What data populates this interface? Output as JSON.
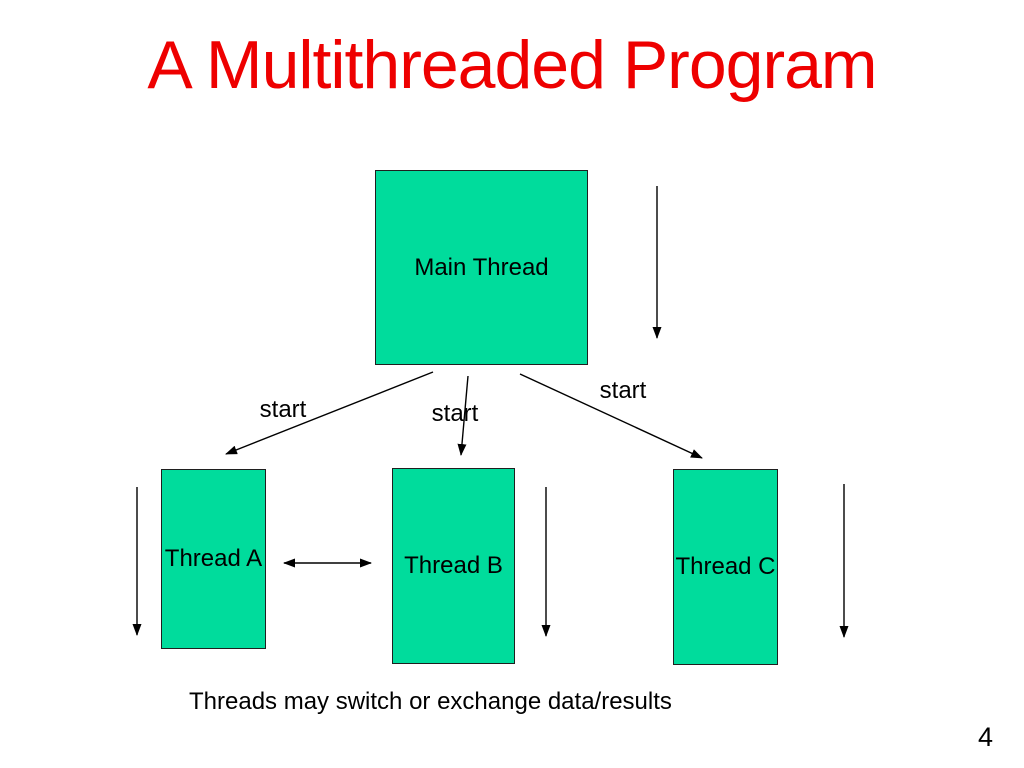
{
  "slide": {
    "title": "A Multithreaded Program",
    "footer_note": "Threads may switch or exchange data/results",
    "page_number": "4"
  },
  "diagram": {
    "nodes": {
      "main": {
        "label": "Main Thread"
      },
      "a": {
        "label": "Thread A"
      },
      "b": {
        "label": "Thread B"
      },
      "c": {
        "label": "Thread C"
      }
    },
    "edge_labels": {
      "start_a": "start",
      "start_b": "start",
      "start_c": "start"
    },
    "arrows": [
      "main-thread-timeline-arrow-down",
      "start-arrow-main-to-thread-a",
      "start-arrow-main-to-thread-b",
      "start-arrow-main-to-thread-c",
      "thread-a-timeline-arrow-down",
      "exchange-double-arrow-thread-a-thread-b",
      "thread-b-timeline-arrow-down",
      "thread-c-timeline-arrow-down"
    ]
  },
  "colors": {
    "title": "#EE0000",
    "node_fill": "#00DC9C",
    "node_border": "#1F1F1F",
    "arrow": "#000000",
    "text": "#000000",
    "background": "#FFFFFF"
  }
}
